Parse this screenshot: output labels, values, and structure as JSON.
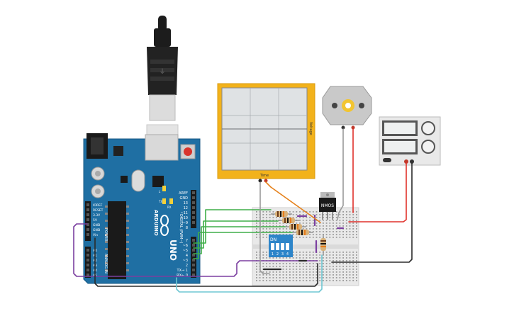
{
  "arduino": {
    "board_name": "UNO",
    "brand": "ARDUINO",
    "power_label": "POWER",
    "analog_label": "ANALOG IN",
    "digital_label": "DIGITAL (PWM~)",
    "top_pins": [
      "AREF",
      "GND",
      "13",
      "12",
      "~11",
      "~10",
      "~9",
      "8"
    ],
    "bottom_pins": [
      "7",
      "~6",
      "~5",
      "4",
      "~3",
      "2",
      "TX→ 1",
      "RX← 0"
    ],
    "power_pins": [
      "IOREF",
      "RESET",
      "3.3V",
      "5V",
      "GND",
      "GND",
      "Vin"
    ],
    "analog_pins": [
      "A0",
      "A1",
      "A2",
      "A3",
      "A4",
      "A5"
    ],
    "led_labels": [
      "L",
      "TX",
      "RX"
    ]
  },
  "oscilloscope": {
    "x_label": "Time",
    "y_label": "Voltage"
  },
  "transistor": {
    "label": "NMOS"
  },
  "dip_switch": {
    "label": "DN",
    "numbers": [
      "1",
      "2",
      "3",
      "4"
    ]
  },
  "colors": {
    "arduino_board": "#1f6fa3",
    "oscilloscope_frame": "#f2b21b",
    "breadboard": "#e9e9e9",
    "wire_green": "#3fae49",
    "wire_purple": "#7b3fa0",
    "wire_red": "#e0312b",
    "wire_black": "#2b2b2b",
    "wire_orange": "#e5811b",
    "wire_cyan": "#6fc7d3",
    "wire_gray": "#9a9a9a"
  }
}
